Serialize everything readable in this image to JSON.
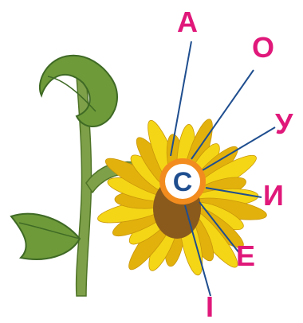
{
  "center": {
    "letter": "С",
    "ring_color": "#f28c1e",
    "text_color": "#1f4e8f"
  },
  "vowels": [
    {
      "id": "a",
      "label": "А"
    },
    {
      "id": "o",
      "label": "О"
    },
    {
      "id": "u",
      "label": "У"
    },
    {
      "id": "y",
      "label": "И"
    },
    {
      "id": "e",
      "label": "Е"
    },
    {
      "id": "i",
      "label": "І"
    }
  ],
  "colors": {
    "label": "#e0187a",
    "connector": "#1f4e8f",
    "petal": "#f5d616",
    "petal_shadow": "#e3b10c",
    "disk": "#8a5a1c",
    "leaf": "#6e9a3a",
    "leaf_dark": "#3f6a25",
    "stem": "#7ea049"
  },
  "icons": [
    "sunflower-icon"
  ]
}
